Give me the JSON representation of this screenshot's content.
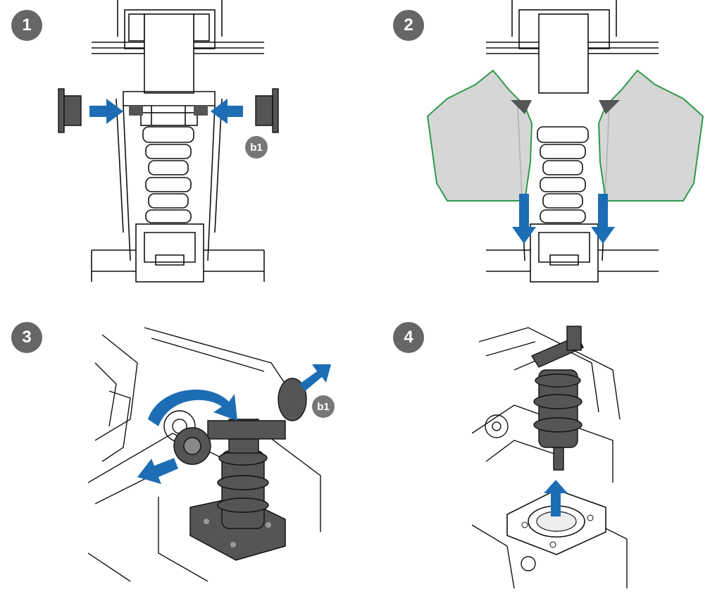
{
  "steps": [
    {
      "number": "1"
    },
    {
      "number": "2"
    },
    {
      "number": "3"
    },
    {
      "number": "4"
    }
  ],
  "callouts": {
    "step1_ref": "b1",
    "step3_ref": "b1"
  },
  "colors": {
    "arrow": "#1d6db5",
    "badge": "#666666",
    "part_dark": "#555555",
    "hand_fill": "#cfcfcf",
    "hand_outline": "#2e9a48",
    "line": "#111111"
  },
  "icons": [
    "press-arrow-icon",
    "pull-arrow-icon",
    "rotate-arrow-icon",
    "hand-icon",
    "cap-icon",
    "cartridge-icon"
  ]
}
